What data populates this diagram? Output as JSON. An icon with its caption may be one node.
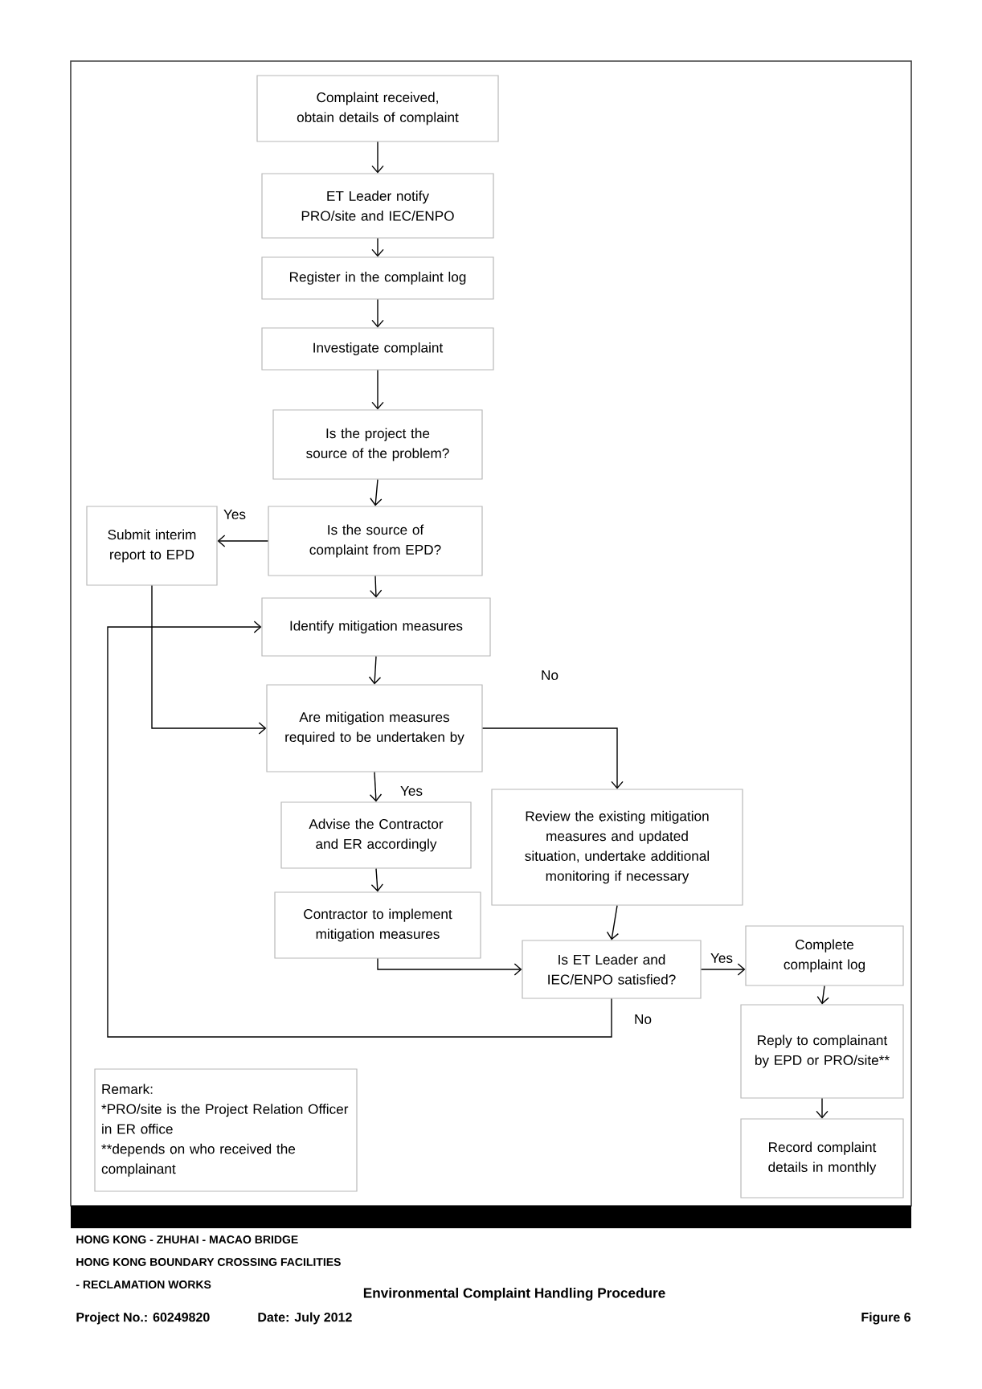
{
  "diagram": {
    "title": "Environmental Complaint Handling Procedure",
    "nodes": [
      {
        "text": [
          "Complaint received, obtain details of complaint"
        ]
      },
      {
        "text": [
          "ET Leader notify PRO/site and IEC/ENPO"
        ]
      },
      {
        "text": [
          "Register in the complaint log"
        ]
      },
      {
        "text": [
          "Investigate complaint"
        ]
      },
      {
        "text": [
          "Is the project the source of the problem?"
        ]
      },
      {
        "text": [
          "Is the source of complaint from EPD?"
        ]
      },
      {
        "text": [
          "Submit interim report to EPD"
        ]
      },
      {
        "text": [
          "Identify mitigation measures"
        ]
      },
      {
        "text": [
          "Are mitigation measures required to be undertaken by"
        ]
      },
      {
        "text": [
          "Advise the Contractor and ER accordingly"
        ]
      },
      {
        "text": [
          "Review the existing mitigation measures and updated situation, undertake additional monitoring if necessary"
        ]
      },
      {
        "text": [
          "Contractor to implement mitigation measures"
        ]
      },
      {
        "text": [
          "Is ET Leader and IEC/ENPO satisfied?"
        ]
      },
      {
        "text": [
          "Complete complaint log"
        ]
      },
      {
        "text": [
          "Reply to complainant by EPD or PRO/site**"
        ]
      },
      {
        "text": [
          "Record complaint details in monthly"
        ]
      },
      {
        "text": [
          "Remark:",
          "*PRO/site is the Project Relation Officer in ER office",
          "**depends on who received the complainant"
        ]
      }
    ],
    "edges": [
      {
        "from": 0,
        "to": 1,
        "arrow": "to"
      },
      {
        "from": 1,
        "to": 2,
        "arrow": "to"
      },
      {
        "from": 2,
        "to": 3,
        "arrow": "to"
      },
      {
        "from": 3,
        "to": 4,
        "arrow": "to"
      },
      {
        "from": 4,
        "to": 5,
        "arrow": "to"
      },
      {
        "from": 5,
        "to": 6,
        "arrow": "to",
        "label": "Yes"
      },
      {
        "from": 5,
        "to": 7,
        "arrow": "to"
      },
      {
        "from": 6,
        "to": 8,
        "arrow": "to"
      },
      {
        "from": 7,
        "to": 8,
        "arrow": "to"
      },
      {
        "from": 8,
        "to": 9,
        "arrow": "to",
        "label": "Yes"
      },
      {
        "from": 8,
        "to": 10,
        "arrow": "to",
        "label": "No"
      },
      {
        "from": 9,
        "to": 11,
        "arrow": "to"
      },
      {
        "from": 10,
        "to": 12,
        "arrow": "to"
      },
      {
        "from": 11,
        "to": 12,
        "arrow": "to"
      },
      {
        "from": 12,
        "to": 13,
        "arrow": "to",
        "label": "Yes"
      },
      {
        "from": 12,
        "to": 7,
        "arrow": "to",
        "label": "No"
      },
      {
        "from": 13,
        "to": 14,
        "arrow": "to"
      },
      {
        "from": 14,
        "to": 15,
        "arrow": "to"
      }
    ],
    "labels": [
      "HONG KONG - ZHUHAI - MACAO BRIDGE",
      "HONG KONG BOUNDARY CROSSING FACILITIES",
      "- RECLAMATION WORKS",
      "Project No.: 60249820",
      "Date: July 2012",
      "Figure 6"
    ]
  }
}
